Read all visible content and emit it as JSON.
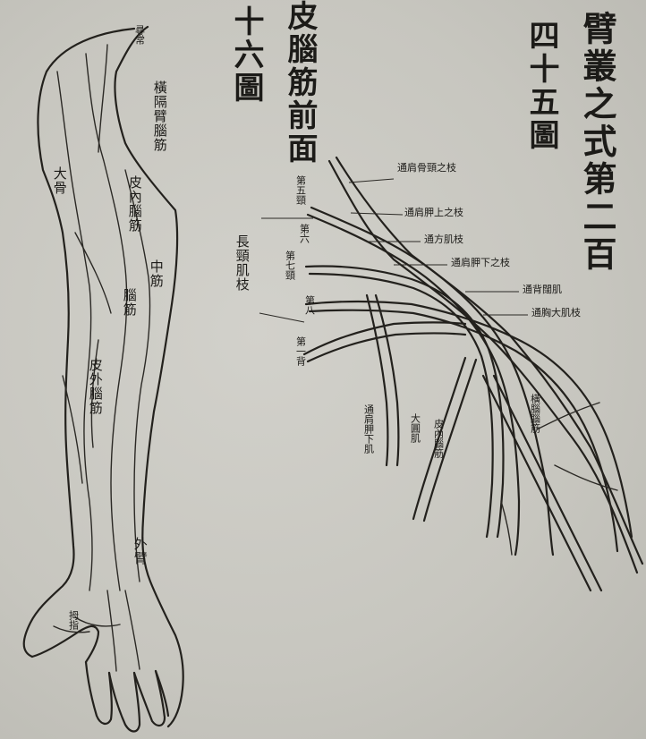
{
  "titles": {
    "book_title": "臂叢之式第二百",
    "figure_45": "四十五圖",
    "figure_46_title": "皮腦筋前面",
    "figure_46_number": "十六圖"
  },
  "labels_46": {
    "top": "尋常",
    "shoulder": "橫隔臂腦筋",
    "elbow_a": "大骨",
    "elbow_b": "皮內腦筋",
    "forearm_a": "中筋",
    "forearm_b": "腦筋",
    "forearm_c": "皮外腦筋",
    "wrist": "外臂",
    "thumb": "拇指"
  },
  "labels_45": {
    "l1": "第五頸",
    "l2": "第六",
    "l3": "第七頸",
    "l4": "第八",
    "l5": "第一背",
    "l6": "長頸肌枝",
    "r1": "通肩骨頸之枝",
    "r2": "通肩胛上之枝",
    "r3": "通方肌枝",
    "r4": "通肩胛下之枝",
    "r5": "通背闊肌",
    "r6": "通胸大肌枝",
    "lower1": "通肩胛下肌",
    "lower2": "大圓肌",
    "lower3": "皮內腦筋",
    "lower4": "橫腦腦筋"
  }
}
